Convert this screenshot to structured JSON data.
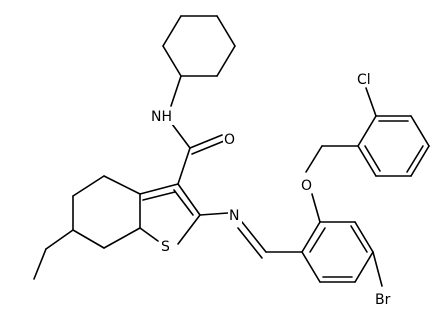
{
  "atoms": {
    "nh": "NH",
    "o_carbonyl": "O",
    "o_ether": "O",
    "s": "S",
    "n_imine": "N",
    "cl": "Cl",
    "br": "Br"
  }
}
